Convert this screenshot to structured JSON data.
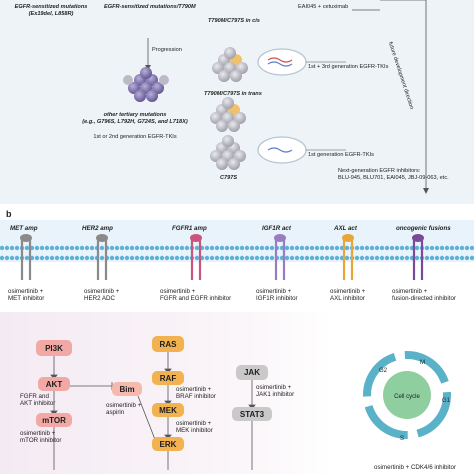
{
  "panel_a": {
    "col1_title": [
      "EGFR-sensitized mutations",
      "(Ex19del, L858R)"
    ],
    "col2_title": "EGFR-sensitized mutations/T790M",
    "progression_label": "Progression",
    "cis_title": "T790M/C797S in cis",
    "cis_drug_partial": "EAI045 + cetuximab",
    "cis_combo": "1st + 3rd generation EGFR-TKIs",
    "trans_title": "T790M/C797S in trans",
    "tertiary_title": [
      "other tertiary mutations",
      "(e.g., G796S, L792H, G724S, and L718X)"
    ],
    "tertiary_drug": "1st or 2nd generation EGFR-TKIs",
    "c797s_title": "C797S",
    "c797s_drug": "1st generation EGFR-TKIs",
    "future_label": "future development direction",
    "nextgen": [
      "Next-generation EGFR inhibitors:",
      "BLU-945, BLU701, EAI045, JBJ-09-063, etc."
    ]
  },
  "panel_b": {
    "label": "b",
    "receptors": [
      {
        "title": "MET amp",
        "drug": [
          "osimertinib +",
          "MET inhibitor"
        ],
        "color": "#8a8a8a"
      },
      {
        "title": "HER2 amp",
        "drug": [
          "osimertinib +",
          "HER2 ADC"
        ],
        "color": "#8a8a8a"
      },
      {
        "title": "FGFR1 amp",
        "drug": [
          "osimertinib +",
          "FGFR and EGFR inhibitor"
        ],
        "color": "#c9557d"
      },
      {
        "title": "IGF1R act",
        "drug": [
          "osimertinib +",
          "IGF1R inhibitor"
        ],
        "color": "#9a7cc0"
      },
      {
        "title": "AXL act",
        "drug": [
          "osimertinib +",
          "AXL inhibitor"
        ],
        "color": "#e6a63a"
      },
      {
        "title": "oncogenic fusions",
        "drug": [
          "osimertinib +",
          "fusion-directed inhibitor"
        ],
        "color": "#7a4a9a"
      }
    ],
    "pathways": {
      "pi3k": "PI3K",
      "akt": "AKT",
      "mtor": "mTOR",
      "bim": "Bim",
      "akt_drug": [
        "FGFR and",
        "AKT inhibitor"
      ],
      "mtor_drug": [
        "osimertinib +",
        "mTOR inhibitor"
      ],
      "bim_drug": [
        "osimertinib +",
        "aspirin"
      ],
      "ras": "RAS",
      "raf": "RAF",
      "mek": "MEK",
      "erk": "ERK",
      "raf_drug": [
        "osimertinib +",
        "BRAF inhibitor"
      ],
      "mek_drug": [
        "osimertinib +",
        "MEK inhibitor"
      ],
      "jak": "JAK",
      "stat3": "STAT3",
      "jak_drug": [
        "osimertinib +",
        "JAK1 inhibitor"
      ]
    },
    "cell_cycle": {
      "center": "Cell cycle",
      "phases": [
        "G2",
        "M",
        "G1",
        "S"
      ],
      "drug": "osimertinib + CDK4/6 inhibitor"
    }
  },
  "colors": {
    "membrane": "#5fb2d6",
    "cycle": "#5ab2c8",
    "center": "#8fcf9f"
  }
}
